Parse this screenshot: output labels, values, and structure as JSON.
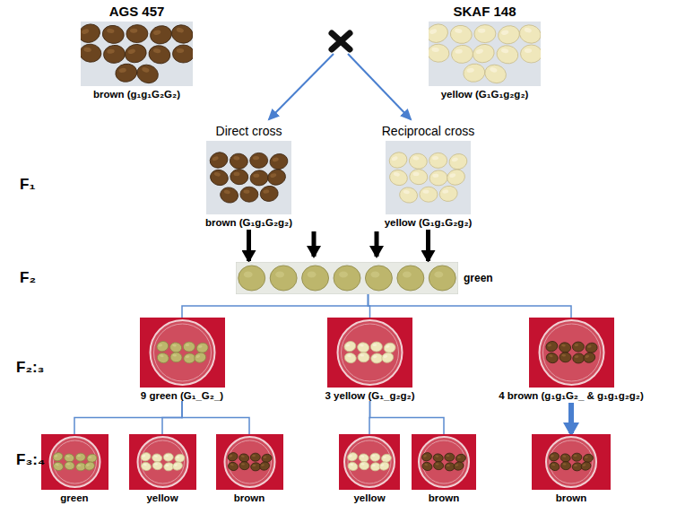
{
  "diagram": {
    "nodes": [
      {
        "text": [
          "AGS 457",
          "brown (g₁g₁G₂G₂)"
        ]
      },
      {
        "text": [
          "SKAF 148",
          "yellow (G₁G₁g₂g₂)"
        ]
      },
      {
        "text": [
          "Direct cross",
          "brown (G₁g₁G₂g₂)"
        ]
      },
      {
        "text": [
          "Reciprocal cross",
          "yellow (G₁g₁G₂g₂)"
        ]
      },
      {
        "text": [
          "green"
        ]
      },
      {
        "text": [
          "9 green (G₁_G₂_)"
        ]
      },
      {
        "text": [
          "3 yellow (G₁_g₂g₂)"
        ]
      },
      {
        "text": [
          "4 brown (g₁g₁G₂_ & g₁g₁g₂g₂)"
        ]
      },
      {
        "text": [
          "green"
        ]
      },
      {
        "text": [
          "yellow"
        ]
      },
      {
        "text": [
          "brown"
        ]
      },
      {
        "text": [
          "yellow"
        ]
      },
      {
        "text": [
          "brown"
        ]
      },
      {
        "text": [
          "brown"
        ]
      }
    ],
    "edges": [
      {
        "from": 2,
        "to": 4,
        "arrow": "to"
      },
      {
        "from": 3,
        "to": 4,
        "arrow": "to"
      },
      {
        "from": 4,
        "to": 5,
        "arrow": "none"
      },
      {
        "from": 4,
        "to": 6,
        "arrow": "none"
      },
      {
        "from": 4,
        "to": 7,
        "arrow": "none"
      },
      {
        "from": 5,
        "to": 8,
        "arrow": "none"
      },
      {
        "from": 5,
        "to": 9,
        "arrow": "none"
      },
      {
        "from": 5,
        "to": 10,
        "arrow": "none"
      },
      {
        "from": 6,
        "to": 11,
        "arrow": "none"
      },
      {
        "from": 6,
        "to": 12,
        "arrow": "none"
      },
      {
        "from": 7,
        "to": 13,
        "arrow": "to"
      }
    ],
    "labels": [
      "F₁",
      "F₂",
      "F₂:₃",
      "F₃:₄"
    ]
  }
}
